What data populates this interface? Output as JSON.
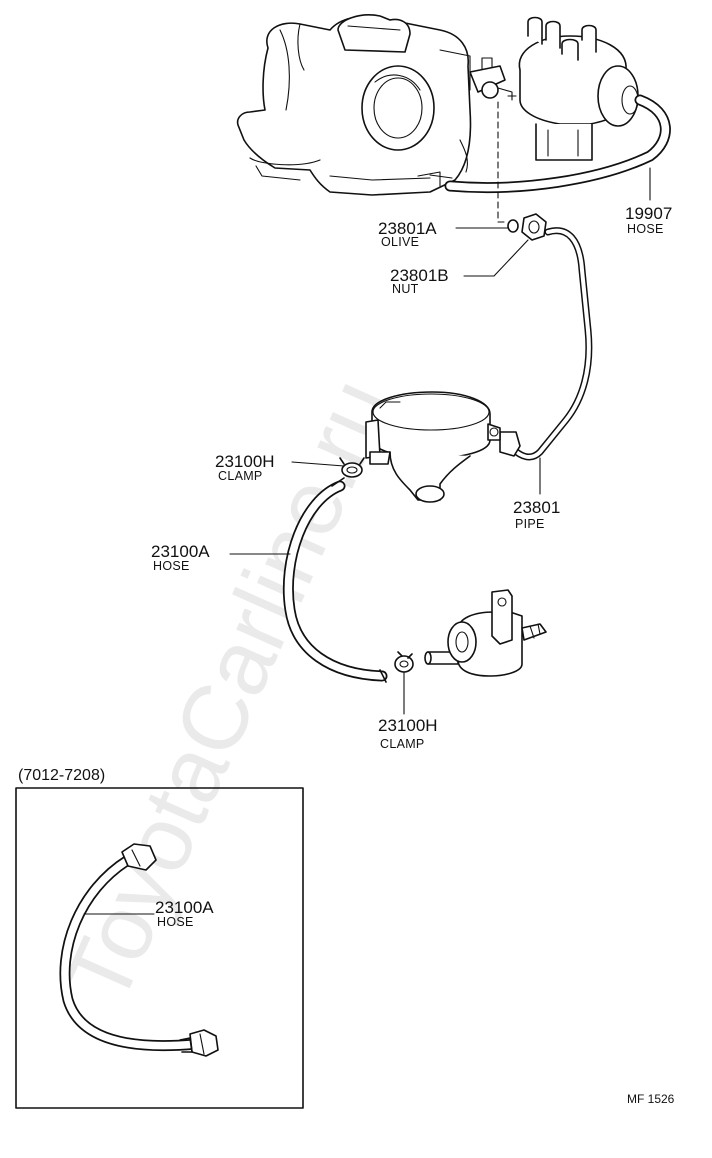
{
  "watermark": "ToyotaCarline.ru",
  "callouts": {
    "hose_19907": {
      "part_no": "19907",
      "name": "HOSE"
    },
    "olive_23801a": {
      "part_no": "23801A",
      "name": "OLIVE"
    },
    "nut_23801b": {
      "part_no": "23801B",
      "name": "NUT"
    },
    "clamp_23100h_upper": {
      "part_no": "23100H",
      "name": "CLAMP"
    },
    "hose_23100a": {
      "part_no": "23100A",
      "name": "HOSE"
    },
    "pipe_23801": {
      "part_no": "23801",
      "name": "PIPE"
    },
    "clamp_23100h_lower": {
      "part_no": "23100H",
      "name": "CLAMP"
    }
  },
  "inset": {
    "title": "(7012-7208)",
    "hose": {
      "part_no": "23100A",
      "name": "HOSE"
    }
  },
  "reference": "MF 1526"
}
